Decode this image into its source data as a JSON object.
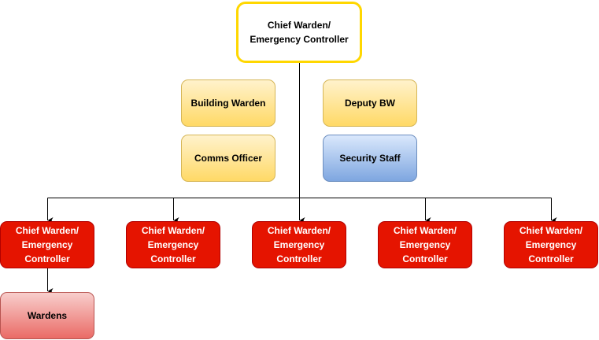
{
  "diagram": {
    "root": {
      "label": "Chief Warden/ Emergency Controller",
      "border_color": "#ffd700"
    },
    "support_roles": [
      {
        "label": "Building Warden",
        "color": "#ffd966"
      },
      {
        "label": "Deputy BW",
        "color": "#ffd966"
      },
      {
        "label": "Comms Officer",
        "color": "#ffd966"
      },
      {
        "label": "Security Staff",
        "color": "#7ea6e0"
      }
    ],
    "controllers": [
      {
        "label": "Chief Warden/ Emergency Controller",
        "color": "#e51400"
      },
      {
        "label": "Chief Warden/ Emergency Controller",
        "color": "#e51400"
      },
      {
        "label": "Chief Warden/ Emergency Controller",
        "color": "#e51400"
      },
      {
        "label": "Chief Warden/ Emergency Controller",
        "color": "#e51400"
      },
      {
        "label": "Chief Warden/ Emergency Controller",
        "color": "#e51400"
      }
    ],
    "wardens": {
      "label": "Wardens",
      "color": "#ea6b66"
    },
    "edges": [
      {
        "from": "root",
        "to": "controller-1"
      },
      {
        "from": "root",
        "to": "controller-2"
      },
      {
        "from": "root",
        "to": "controller-3"
      },
      {
        "from": "root",
        "to": "controller-4"
      },
      {
        "from": "root",
        "to": "controller-5"
      },
      {
        "from": "controller-1",
        "to": "wardens"
      }
    ]
  }
}
